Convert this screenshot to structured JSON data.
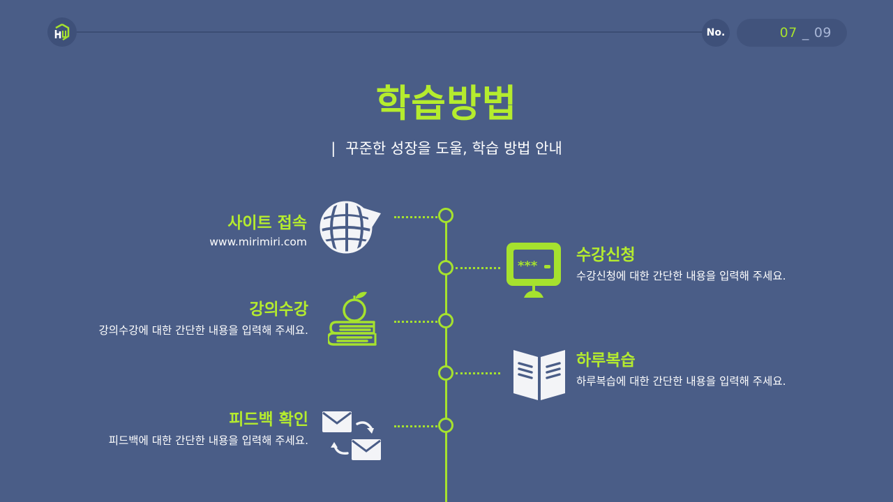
{
  "header": {
    "logo_text": "HW",
    "no_label": "No.",
    "page_current": "07",
    "page_separator": "_",
    "page_total": "09"
  },
  "title": "학습방법",
  "subtitle": {
    "bar": "|",
    "text": "꾸준한 성장을 도울, 학습 방법 안내"
  },
  "colors": {
    "background": "#4a5d87",
    "accent": "#a6e22e",
    "title": "#b5ec2e",
    "text": "#ffffff"
  },
  "steps": [
    {
      "side": "left",
      "title": "사이트 접속",
      "desc": "www.mirimiri.com",
      "icon": "globe-arrow-icon"
    },
    {
      "side": "right",
      "title": "수강신청",
      "desc": "수강신청에 대한 간단한 내용을 입력해 주세요.",
      "icon": "monitor-password-icon"
    },
    {
      "side": "left",
      "title": "강의수강",
      "desc": "강의수강에 대한 간단한 내용을 입력해 주세요.",
      "icon": "apple-books-icon"
    },
    {
      "side": "right",
      "title": "하루복습",
      "desc": "하루복습에 대한 간단한 내용을 입력해 주세요.",
      "icon": "open-book-icon"
    },
    {
      "side": "left",
      "title": "피드백 확인",
      "desc": "피드백에 대한 간단한 내용을 입력해 주세요.",
      "icon": "mail-exchange-icon"
    }
  ]
}
